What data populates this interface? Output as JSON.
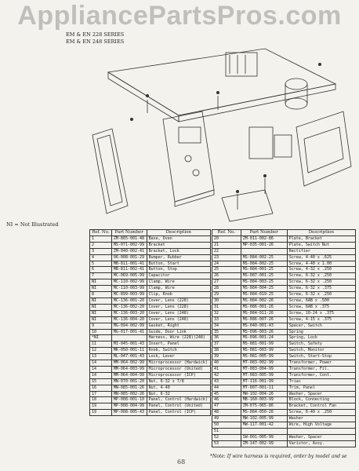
{
  "watermark": "AppliancePartsPros.com",
  "series": [
    "EM & EN 228 SERIES",
    "EM & EN 248 SERIES"
  ],
  "ni_note": "NI = Not Illustrated",
  "left_headers": {
    "ref": "Ref. No.",
    "part": "Part Number",
    "desc": "Description"
  },
  "right_headers": {
    "ref": "Ref. No.",
    "part": "Part Number",
    "desc": "Description"
  },
  "left_rows": [
    [
      "1",
      "ZM-865-001-48",
      "Base, Oven"
    ],
    [
      "2",
      "MS-071-002-99",
      "Bracket"
    ],
    [
      "3",
      "ZM-040-002-41",
      "Bracket, Lock"
    ],
    [
      "4",
      "06-008-001-29",
      "Bumper, Rubber"
    ],
    [
      "5",
      "MB-811-001-41",
      "Button, Start"
    ],
    [
      "6",
      "MB-811-002-41",
      "Button, Stop"
    ],
    [
      "7",
      "MC-069-005-99",
      "Capacitor"
    ],
    [
      "NI",
      "MC-110-002-99",
      "Clamp, Wire"
    ],
    [
      "NI",
      "MC-110-003-99",
      "Clamp, Wire"
    ],
    [
      "8",
      "MC-899-003-99",
      "Clip, Knob"
    ],
    [
      "NI",
      "MC-136-001-20",
      "Cover, Lens (228)"
    ],
    [
      "NI",
      "MC-136-002-20",
      "Cover, Lens (228)"
    ],
    [
      "NI",
      "MC-136-003-20",
      "Cover, Lens (248)"
    ],
    [
      "NI",
      "MC-136-004-20",
      "Cover, Lens (248)"
    ],
    [
      "9",
      "MG-094-002-99",
      "Gasket, Right"
    ],
    [
      "10",
      "MG-017-001-41",
      "Guide, Door Link"
    ],
    [
      "*NI",
      "",
      "Harness, Wire (228)(248)"
    ],
    [
      "11",
      "MI-045-001-43",
      "Insert, Panel"
    ],
    [
      "12",
      "MK-050-001-11",
      "Knob, Switch"
    ],
    [
      "13",
      "ML-047-001-43",
      "Lock, Lever"
    ],
    [
      "14",
      "MM-064-002-99",
      "Microprocessor (Hardwick)"
    ],
    [
      "14",
      "MM-064-003-99",
      "Microprocessor (United)"
    ],
    [
      "14",
      "MM-064-004-99",
      "Microprocessor (ICP)"
    ],
    [
      "15",
      "MN-070-001-20",
      "Nut, 6-32 x 7/8"
    ],
    [
      "16",
      "MN-085-001-26",
      "Nut, 4-40"
    ],
    [
      "17",
      "MN-085-002-26",
      "Nut, 6-32"
    ],
    [
      "18",
      "MP-008-001-10",
      "Panel, Control (Hardwick)"
    ],
    [
      "19",
      "MP-008-004-99",
      "Panel, Control (United)"
    ],
    [
      "19",
      "MP-008-005-43",
      "Panel, Control (ICP)"
    ]
  ],
  "right_rows": [
    [
      "20",
      "ZM-011-002-86",
      "Plate, Bracket"
    ],
    [
      "21",
      "MP-035-001-26",
      "Plate, Switch Nut"
    ],
    [
      "22",
      "",
      "Rectifier"
    ],
    [
      "23",
      "MS-084-002-25",
      "Screw, 4-40 x .625"
    ],
    [
      "24",
      "MS-084-002-25",
      "Screw, 4-40 x 1.00"
    ],
    [
      "25",
      "MS-084-001-25",
      "Screw, 4-32 x .250"
    ],
    [
      "26",
      "MS-087-001-25",
      "Screw, 6-32 x .250"
    ],
    [
      "27",
      "MS-084-003-25",
      "Screw, 6-32 x .250"
    ],
    [
      "28",
      "MS-084-004-25",
      "Screw, 6-32 x .375"
    ],
    [
      "29",
      "MS-084-019-25",
      "Screw, 6-32 x .250"
    ],
    [
      "30",
      "MS-084-002-26",
      "Screw, 6AB x .500"
    ],
    [
      "31",
      "MS-086-001-26",
      "Screw, 6AB x .375"
    ],
    [
      "32",
      "MS-084-011-26",
      "Screw, 10-24 x .375"
    ],
    [
      "33",
      "MS-086-007-26",
      "Screw, 4-15 x .375"
    ],
    [
      "34",
      "MS-040-001-43",
      "Spacer, Switch"
    ],
    [
      "35",
      "MS-096-003-26",
      "Spring"
    ],
    [
      "36",
      "MS-096-001-24",
      "Spring, Lock"
    ],
    [
      "37",
      "MS-081-001-99",
      "Switch, Safety"
    ],
    [
      "38",
      "MS-081-003-99",
      "Switch, Monitor"
    ],
    [
      "39",
      "MS-081-005-99",
      "Switch, Start-Stop"
    ],
    [
      "40",
      "MT-083-002-99",
      "Transformer, Power"
    ],
    [
      "41",
      "MT-083-004-99",
      "Transformer, Fil."
    ],
    [
      "42",
      "MT-083-005-99",
      "Transformer, Cont."
    ],
    [
      "43",
      "MT-116-001-99",
      "Triac"
    ],
    [
      "44",
      "MT-007-001-11",
      "Trim, Panel"
    ],
    [
      "45",
      "MW-102-004-26",
      "Washer, Spacer"
    ],
    [
      "46",
      "MB-160-003-99",
      "Block, Connecting"
    ],
    [
      "47",
      "ZM-075-065-86",
      "Bracket, Control Fan"
    ],
    [
      "48",
      "MS-084-050-26",
      "Screw, 6-40 x .250"
    ],
    [
      "49",
      "MW-102-005-99",
      "Washer"
    ],
    [
      "50",
      "MW-117-001-42",
      "Wire, High Voltage"
    ],
    [
      "51",
      "",
      ""
    ],
    [
      "52",
      "SW-001-005-99",
      "Washer, Spacer"
    ],
    [
      "53",
      "ZM-147-002-99",
      "Varistor, Assy."
    ]
  ],
  "footer": "*Note: If wire harness is required, order by model and se",
  "page_number": "68"
}
